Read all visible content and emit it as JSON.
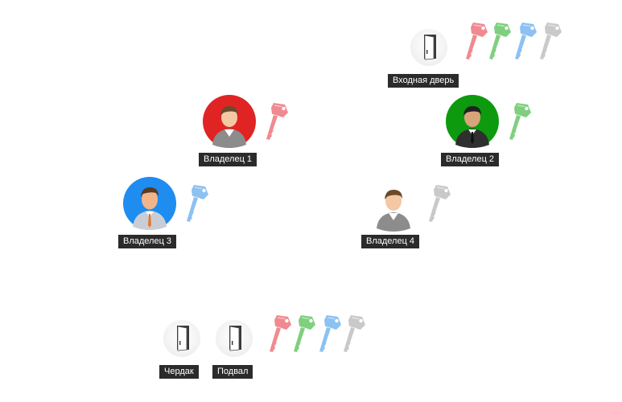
{
  "doors": [
    {
      "id": "entrance",
      "label": "Входная дверь"
    },
    {
      "id": "attic",
      "label": "Чердак"
    },
    {
      "id": "basement",
      "label": "Подвал"
    }
  ],
  "owners": [
    {
      "id": "owner1",
      "label": "Владелец 1",
      "color": "#e02424",
      "key_color": "red"
    },
    {
      "id": "owner2",
      "label": "Владелец 2",
      "color": "#0e9a0e",
      "key_color": "green"
    },
    {
      "id": "owner3",
      "label": "Владелец 3",
      "color": "#1f8cf0",
      "key_color": "blue"
    },
    {
      "id": "owner4",
      "label": "Владелец 4",
      "color": "",
      "key_color": "gray"
    }
  ],
  "key_colors": {
    "red": "#f08a90",
    "green": "#7fcf7f",
    "blue": "#8cc1f2",
    "gray": "#c9c9c9"
  },
  "icons": {
    "door": "door-icon",
    "key": "key-icon",
    "person": "person-icon"
  }
}
